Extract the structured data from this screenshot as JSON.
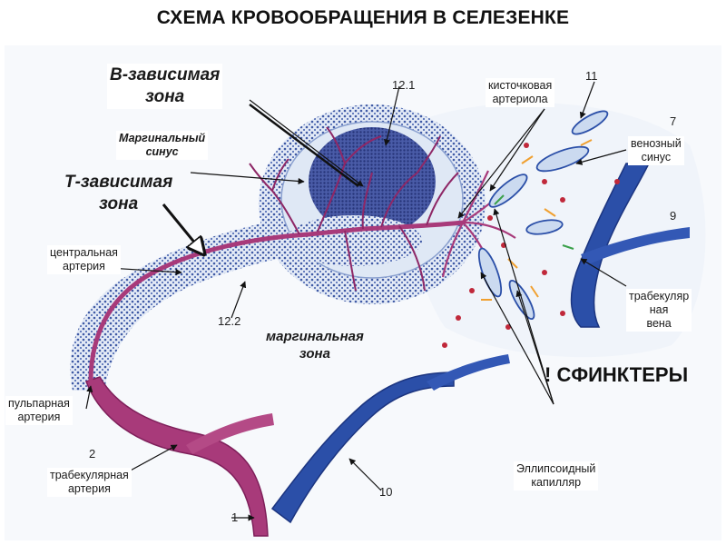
{
  "title": "СХЕМА КРОВООБРАЩЕНИЯ В СЕЛЕЗЕНКЕ",
  "labels": {
    "b_zone_1": "В-зависимая",
    "b_zone_2": "зона",
    "marginal_sinus_1": "Маргинальный",
    "marginal_sinus_2": "синус",
    "t_zone_1": "Т-зависимая",
    "t_zone_2": "зона",
    "central_artery_1": "центральная",
    "central_artery_2": "артерия",
    "marginal_zone_1": "маргинальная",
    "marginal_zone_2": "зона",
    "pulp_artery_1": "пульпарная",
    "pulp_artery_2": "артерия",
    "trab_artery_1": "трабекулярная",
    "trab_artery_2": "артерия",
    "brush_arteriole_1": "кисточковая",
    "brush_arteriole_2": "артериола",
    "venous_sinus_1": "венозный",
    "venous_sinus_2": "синус",
    "trab_vein_1": "трабекуляр",
    "trab_vein_2": "ная",
    "trab_vein_3": "вена",
    "ellipsoid_1": "Эллипсоидный",
    "ellipsoid_2": "капилляр",
    "sphincters": "! СФИНКТЕРЫ"
  },
  "numbers": {
    "n12_1": "12.1",
    "n12_2": "12.2",
    "n11": "11",
    "n7": "7",
    "n9": "9",
    "n10": "10",
    "n1": "1",
    "n2": "2"
  },
  "colors": {
    "artery": "#a83a7a",
    "artery_dark": "#7e1f5a",
    "vein": "#2b4fa8",
    "vein_dark": "#1c3580",
    "follicle": "#3d4f9a",
    "sheath_bg": "#d9e3f2",
    "pulp_bg": "#eaf0f8",
    "arrow_orange": "#f0a030",
    "arrow_green": "#3aa04a",
    "cell_red": "#c0283a"
  }
}
